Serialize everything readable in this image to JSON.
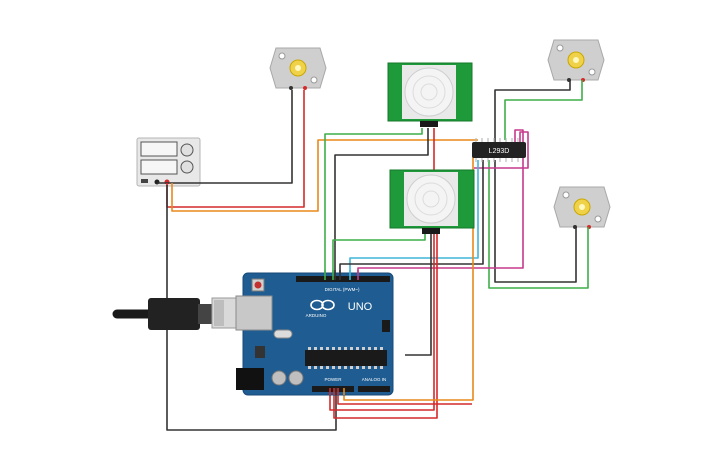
{
  "colors": {
    "wire_black": "#333333",
    "wire_red": "#d42a2a",
    "wire_green": "#3fae49",
    "wire_orange": "#e8891a",
    "wire_magenta": "#c53a8c",
    "wire_cyan": "#3fb6d8",
    "board_blue": "#1f5c91",
    "board_edge": "#174a77",
    "pir_green": "#1f9a3a",
    "motor_gray": "#cfcfcf",
    "motor_hub": "#f0d24a"
  },
  "arduino": {
    "brand": "ARDUINO",
    "model": "UNO",
    "digital_label": "DIGITAL (PWM~)",
    "power_label": "POWER",
    "analog_label": "ANALOG IN",
    "logo_icon": "arduino-infinity-logo"
  },
  "driver": {
    "label": "L293D"
  },
  "pir": {
    "icon": "pir-dome-lens"
  },
  "motor": {
    "icon": "dc-motor"
  },
  "supply": {
    "icon": "power-supply"
  },
  "usb": {
    "icon": "usb-cable"
  }
}
